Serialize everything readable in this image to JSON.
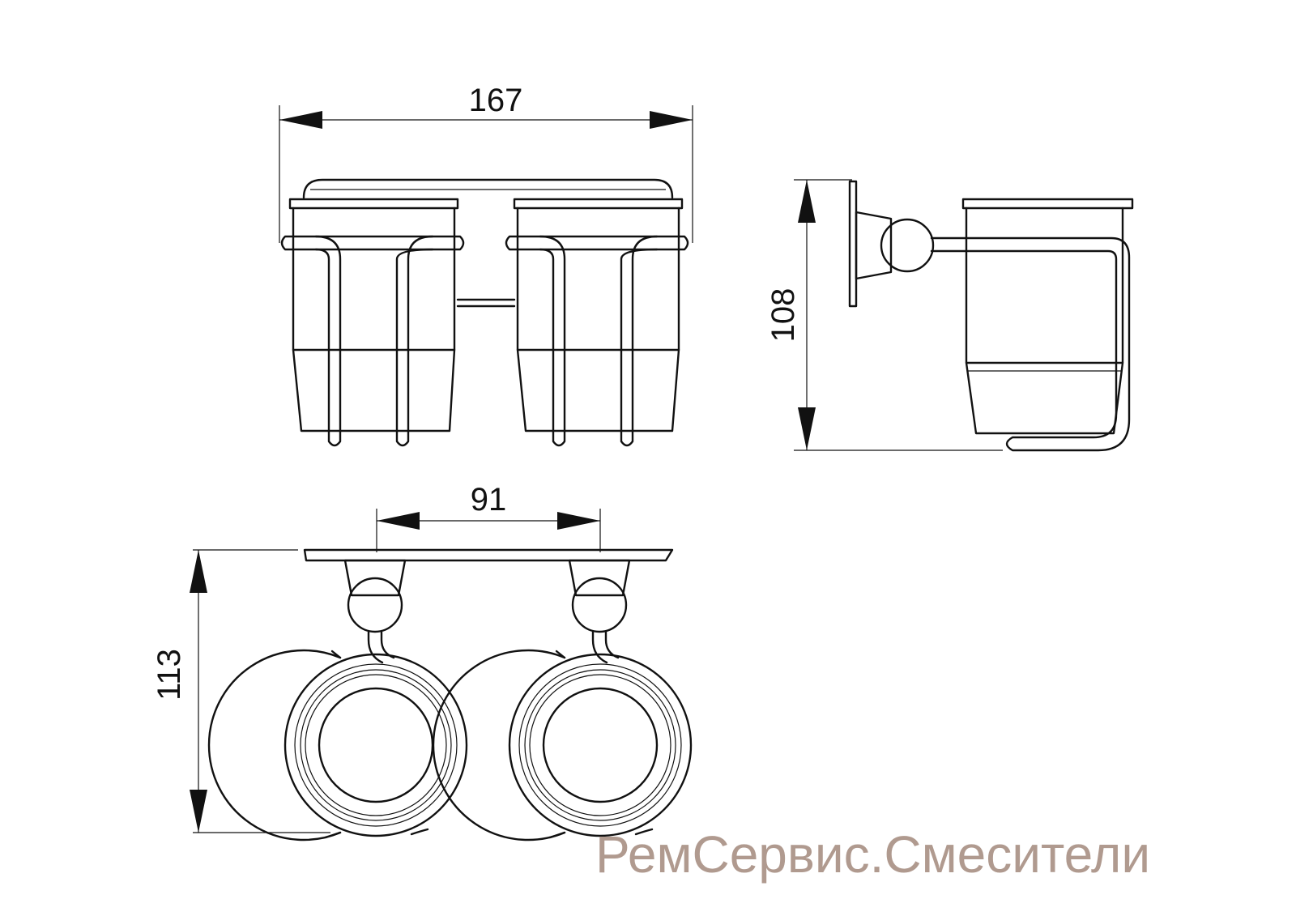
{
  "dimensions": {
    "top_width": "167",
    "side_height": "108",
    "plan_spacing": "91",
    "plan_depth": "113"
  },
  "watermark": "РемСервис.Смесители",
  "colors": {
    "line": "#111111",
    "watermark": "#b09a8f",
    "background": "#ffffff"
  }
}
